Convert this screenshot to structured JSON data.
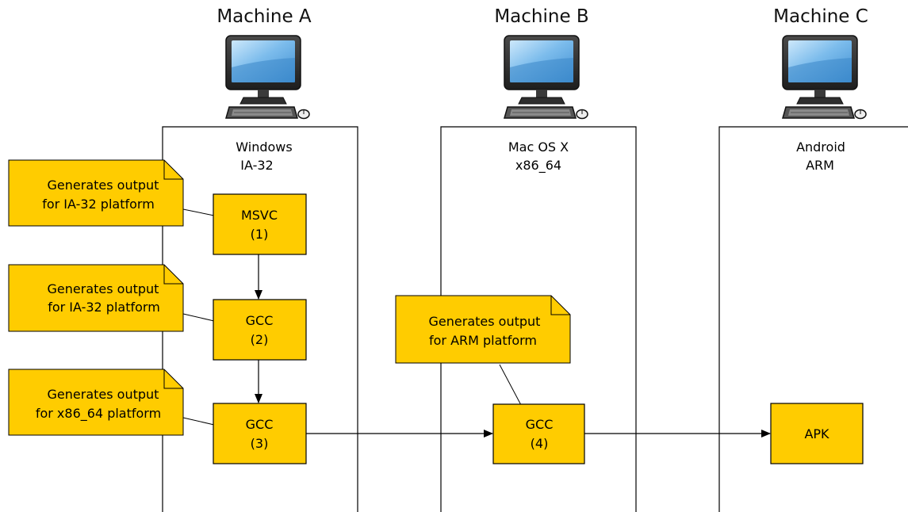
{
  "machines": [
    {
      "title": "Machine A",
      "os": "Windows",
      "arch": "IA-32"
    },
    {
      "title": "Machine B",
      "os": "Mac OS X",
      "arch": "x86_64"
    },
    {
      "title": "Machine C",
      "os": "Android",
      "arch": "ARM"
    }
  ],
  "boxes": {
    "msvc1": {
      "line1": "MSVC",
      "line2": "(1)"
    },
    "gcc2": {
      "line1": "GCC",
      "line2": "(2)"
    },
    "gcc3": {
      "line1": "GCC",
      "line2": "(3)"
    },
    "gcc4": {
      "line1": "GCC",
      "line2": "(4)"
    },
    "apk": {
      "line1": "APK"
    }
  },
  "notes": {
    "note1": {
      "line1": "Generates output",
      "line2": "for IA-32 platform"
    },
    "note2": {
      "line1": "Generates output",
      "line2": "for IA-32 platform"
    },
    "note3": {
      "line1": "Generates output",
      "line2": "for x86_64 platform"
    },
    "note4": {
      "line1": "Generates output",
      "line2": "for ARM platform"
    }
  },
  "colors": {
    "box_fill": "#ffcc00",
    "stroke": "#000000",
    "screen": "#5fa8e0"
  }
}
